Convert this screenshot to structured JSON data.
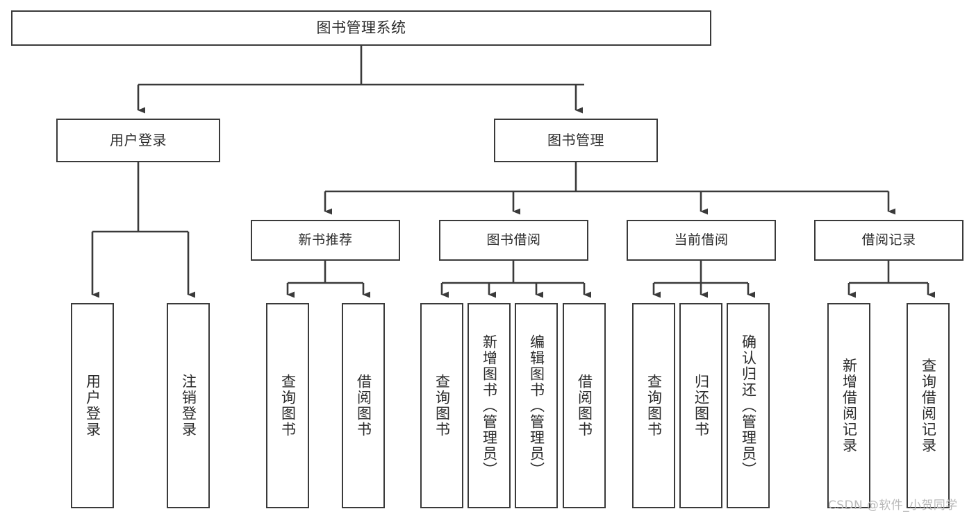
{
  "diagram": {
    "title": "图书管理系统",
    "type": "tree-hierarchy",
    "orientation": "top-down",
    "stroke_color": "#3a3a3a",
    "text_color": "#2b2b2b",
    "background_color": "#ffffff"
  },
  "root": {
    "label": "图书管理系统"
  },
  "level2": [
    {
      "label": "用户登录"
    },
    {
      "label": "图书管理"
    }
  ],
  "level3": [
    {
      "label": "新书推荐"
    },
    {
      "label": "图书借阅"
    },
    {
      "label": "当前借阅"
    },
    {
      "label": "借阅记录"
    }
  ],
  "leaves": {
    "user_login": [
      {
        "label": "用户登录"
      },
      {
        "label": "注销登录"
      }
    ],
    "new_book_recommend": [
      {
        "label": "查询图书"
      },
      {
        "label": "借阅图书"
      }
    ],
    "book_borrow": [
      {
        "label": "查询图书"
      },
      {
        "label": "新增图书（管理员）"
      },
      {
        "label": "编辑图书（管理员）"
      },
      {
        "label": "借阅图书"
      }
    ],
    "current_borrow": [
      {
        "label": "查询图书"
      },
      {
        "label": "归还图书"
      },
      {
        "label": "确认归还（管理员）"
      }
    ],
    "borrow_records": [
      {
        "label": "新增借阅记录"
      },
      {
        "label": "查询借阅记录"
      }
    ]
  },
  "watermark": {
    "text": "CSDN @软件_小贺同学"
  }
}
